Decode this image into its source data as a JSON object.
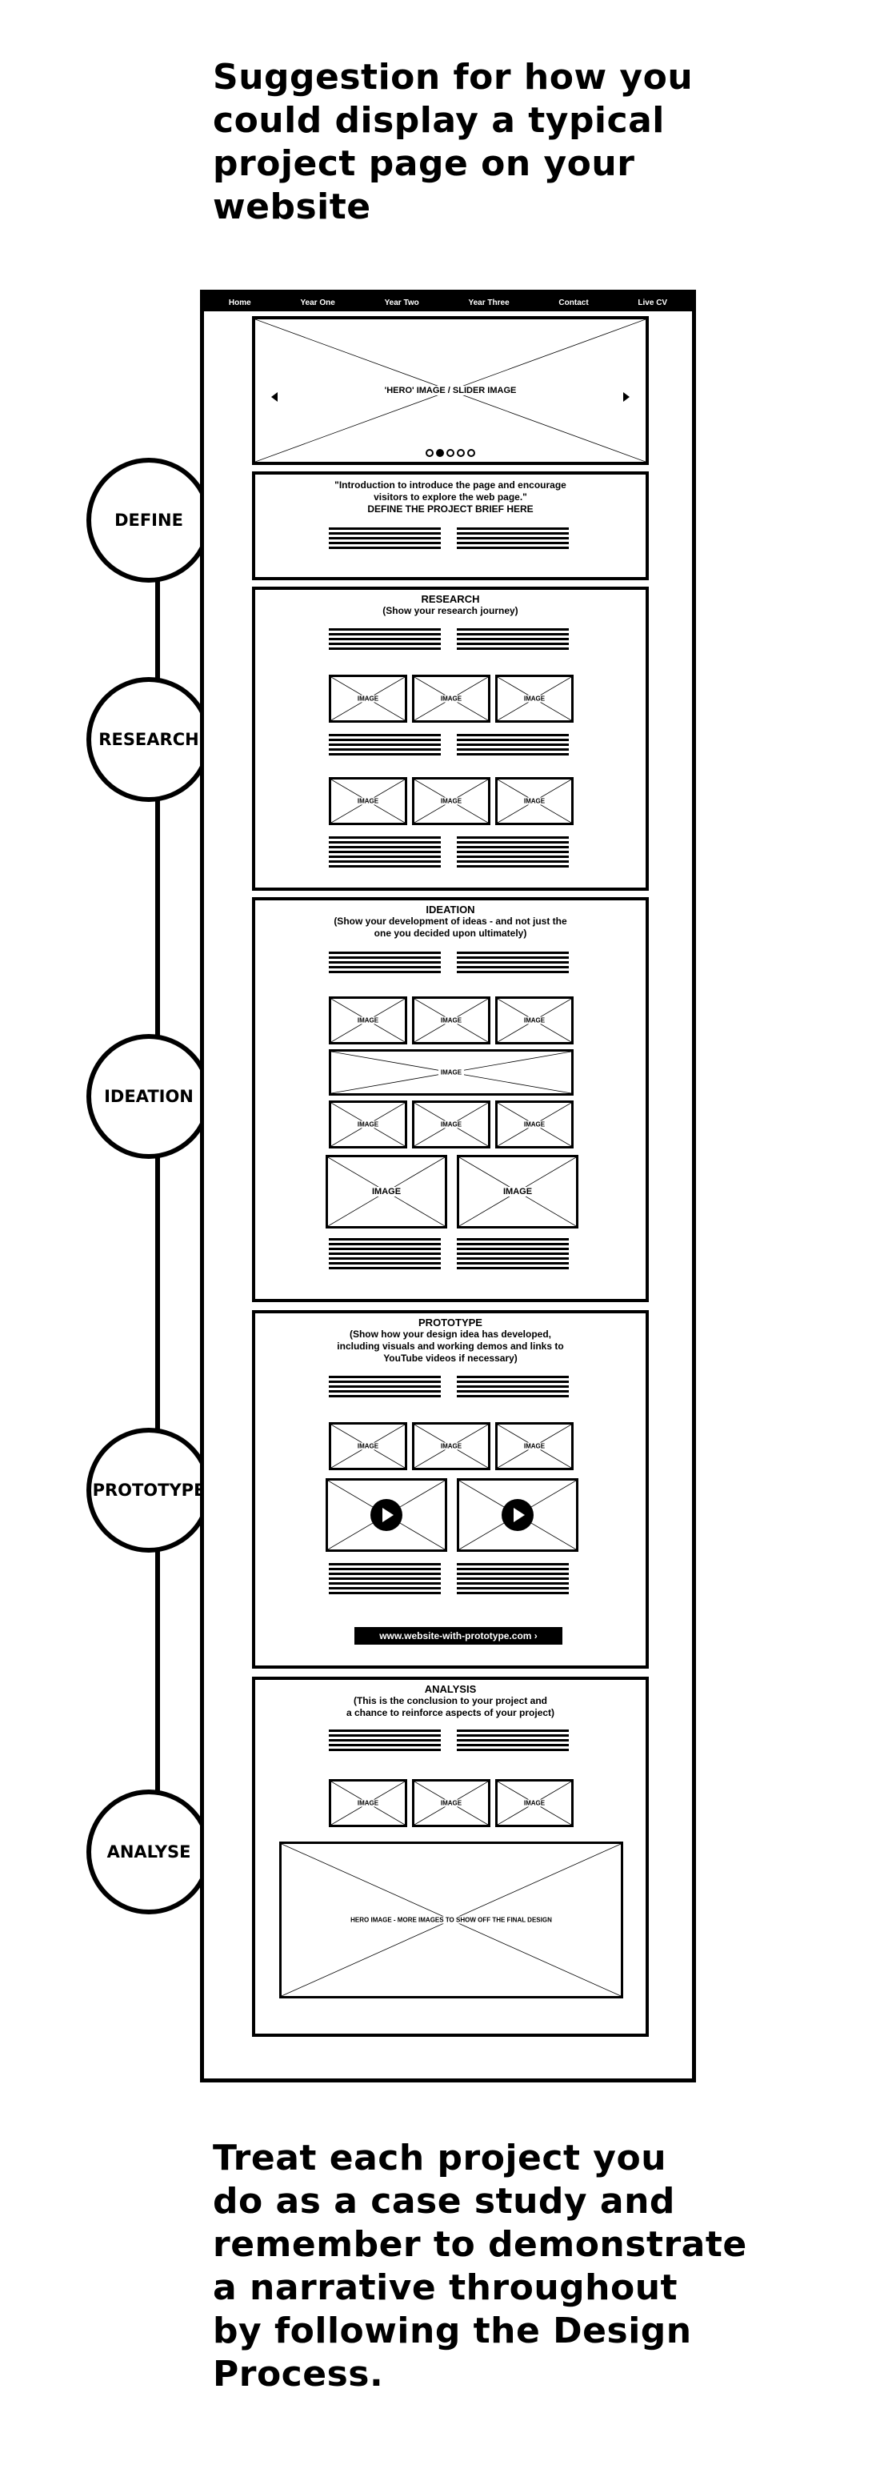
{
  "heading_top": "Suggestion for how you\ncould display a typical\nproject page on your\nwebsite",
  "heading_bottom": "Treat each project you\ndo as a case study and\nremember to demonstrate\na narrative throughout\nby following the Design\nProcess.",
  "nav": [
    "Home",
    "Year One",
    "Year Two",
    "Year Three",
    "Contact",
    "Live CV"
  ],
  "hero_label": "'HERO' IMAGE / SLIDER IMAGE",
  "stages": [
    "DEFINE",
    "RESEARCH",
    "IDEATION",
    "PROTOTYPE",
    "ANALYSE"
  ],
  "define": {
    "text": "\"Introduction to introduce the page and encourage\nvisitors to explore the web page.\"\nDEFINE THE PROJECT BRIEF HERE"
  },
  "research": {
    "title": "RESEARCH",
    "subtitle": "(Show your research journey)"
  },
  "ideation": {
    "title": "IDEATION",
    "subtitle": "(Show your development of ideas - and not just the\none you decided upon ultimately)"
  },
  "prototype": {
    "title": "PROTOTYPE",
    "subtitle": "(Show how your design idea has developed,\nincluding visuals and working demos and links to\nYouTube videos if necessary)",
    "link": "www.website-with-prototype.com ›"
  },
  "analysis": {
    "title": "ANALYSIS",
    "subtitle": "(This is the conclusion to your project and\na chance to reinforce aspects of your project)",
    "hero_label": "HERO IMAGE - MORE IMAGES TO SHOW OFF THE FINAL DESIGN"
  },
  "image_label": "IMAGE"
}
